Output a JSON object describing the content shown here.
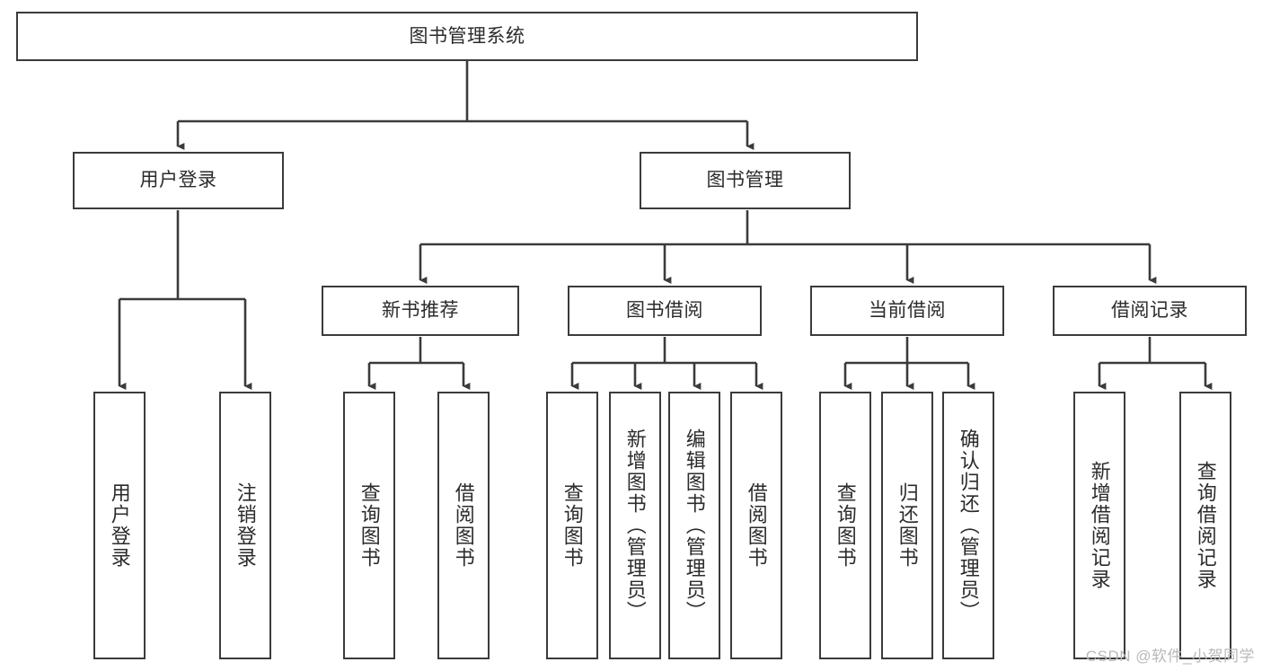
{
  "diagram": {
    "title": "图书管理系统",
    "type": "tree",
    "colors": {
      "node_border": "#3b3b3b",
      "node_fill": "#ffffff",
      "edge": "#3b3b3b",
      "text": "#2b2b2b",
      "watermark": "#b9b9b9",
      "background": "#ffffff"
    },
    "nodes": {
      "root": {
        "label": "图书管理系统"
      },
      "level2": [
        {
          "label": "用户登录"
        },
        {
          "label": "图书管理"
        }
      ],
      "level3": [
        {
          "label": "新书推荐"
        },
        {
          "label": "图书借阅"
        },
        {
          "label": "当前借阅"
        },
        {
          "label": "借阅记录"
        }
      ],
      "leaves": {
        "user_login": [
          {
            "label": "用户登录"
          },
          {
            "label": "注销登录"
          }
        ],
        "new_book_recommend": [
          {
            "label": "查询图书"
          },
          {
            "label": "借阅图书"
          }
        ],
        "book_borrow": [
          {
            "label": "查询图书"
          },
          {
            "label": "新增图书（管理员）"
          },
          {
            "label": "编辑图书（管理员）"
          },
          {
            "label": "借阅图书"
          }
        ],
        "current_borrow": [
          {
            "label": "查询图书"
          },
          {
            "label": "归还图书"
          },
          {
            "label": "确认归还（管理员）"
          }
        ],
        "borrow_record": [
          {
            "label": "新增借阅记录"
          },
          {
            "label": "查询借阅记录"
          }
        ]
      }
    }
  },
  "watermark": {
    "text": "CSDN @软件_小贺同学"
  }
}
